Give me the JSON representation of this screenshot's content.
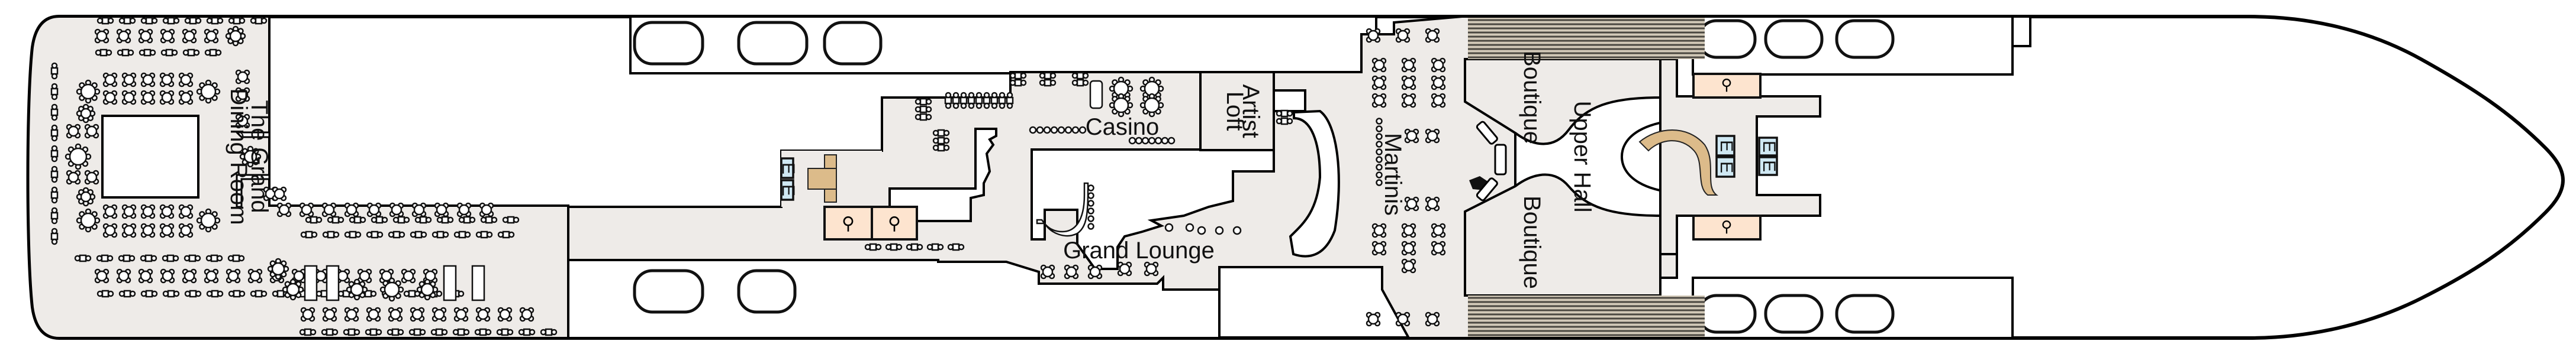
{
  "title": "Deck Plan",
  "venues": {
    "dining": "The Grand Dining Room",
    "dining_line1": "The Grand",
    "dining_line2": "Dining Room",
    "casino": "Casino",
    "artist_loft_line1": "Artist",
    "artist_loft_line2": "Loft",
    "grand_lounge": "Grand Lounge",
    "martinis": "Martinis",
    "boutique_port": "Boutique",
    "boutique_starboard": "Boutique",
    "upper_hall": "Upper Hall"
  },
  "icons": {
    "elevator_glyph": "E",
    "elevator": "elevator-icon",
    "restroom_men": "men-restroom-icon",
    "restroom_women": "women-restroom-icon",
    "piano": "piano-icon",
    "stairs": "stairs-icon"
  },
  "colors": {
    "floor": "#eeebe8",
    "restroom": "#fde4cf",
    "elevator": "#cfe8f3",
    "stairs": "#dcbb8a",
    "deck": "#d2c9b8"
  }
}
